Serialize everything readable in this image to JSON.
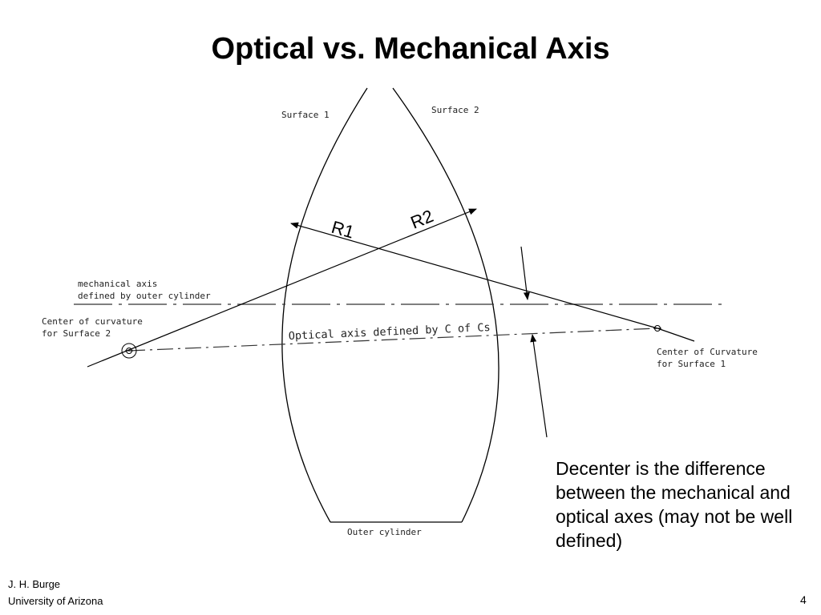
{
  "slide": {
    "title": "Optical vs. Mechanical Axis",
    "caption": "Decenter is the difference between the mechanical and optical axes (may not be well defined)",
    "footer_author": "J. H. Burge",
    "footer_org": "University of Arizona",
    "page_number": "4"
  },
  "diagram": {
    "surface1_label": "Surface 1",
    "surface2_label": "Surface 2",
    "r1_label": "R1",
    "r2_label": "R2",
    "mech_axis_line1": "mechanical axis",
    "mech_axis_line2": "defined by outer cylinder",
    "coc2_line1": "Center of curvature",
    "coc2_line2": "for Surface 2",
    "optical_axis_label": "Optical axis defined by C of Cs",
    "coc1_line1": "Center of Curvature",
    "coc1_line2": "for Surface 1",
    "outer_cylinder_label": "Outer cylinder"
  }
}
